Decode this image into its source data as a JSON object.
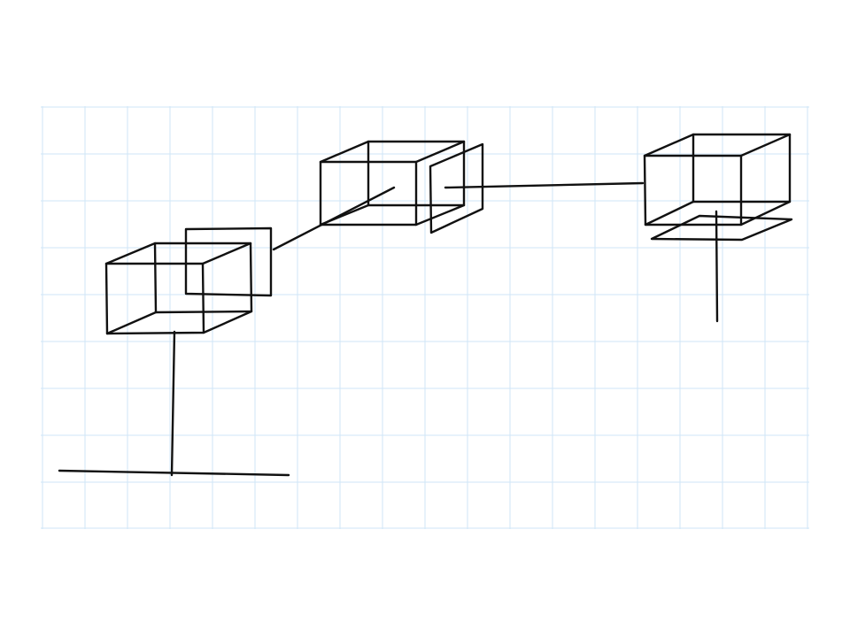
{
  "colors": {
    "background": "#ffffff",
    "grid": "#cfe6f7",
    "ink": "#111111"
  },
  "diagram": {
    "kind": "hand-drawn sketch on grid paper",
    "objects": [
      "cube-left",
      "plane-left",
      "connector-left-middle",
      "cube-middle",
      "plane-middle",
      "connector-middle-right",
      "cube-right",
      "plane-right",
      "stem-right",
      "stem-left",
      "ground-line"
    ]
  }
}
